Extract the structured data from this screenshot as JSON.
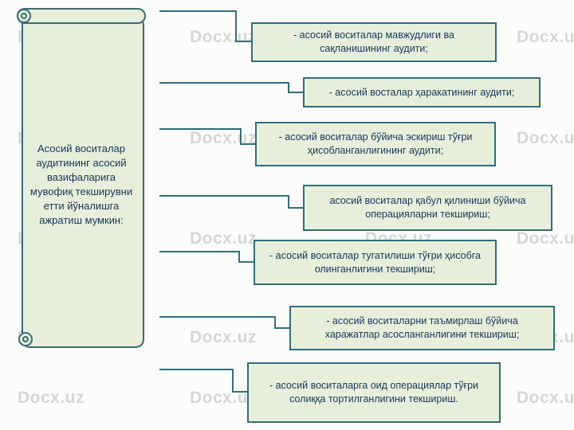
{
  "watermark": {
    "text": "Docx.uz"
  },
  "scroll": {
    "text": "Асосий воситалар аудитининг асосий вазифаларига мувофиқ текширувни етти йўналишга ажратиш мумкин:"
  },
  "boxes": [
    {
      "label": "- асосий воситалар мавжудлиги ва сақланишининг аудити;"
    },
    {
      "label": "- асосий восталар ҳаракатининг аудити;"
    },
    {
      "label": "- асосий воситалар бўйича эскириш тўғри ҳисобланганлигининг аудити;"
    },
    {
      "label": "асосий воситалар қабул қилиниши бўйича операцияларни текшириш;"
    },
    {
      "label": "- асосий воситалар тугатилиши тўғри ҳисобга олинганлигини текшириш;"
    },
    {
      "label": "- асосий воситаларни таъмирлаш бўйича харажатлар асосланганлигини текшириш;"
    },
    {
      "label": "- асосий воситаларга оид операциялар тўғри солиққа тортилганлигини текшириш."
    }
  ],
  "colors": {
    "box_fill": "#e7efda",
    "box_border": "#2f6f7a",
    "text": "#17365d",
    "connector": "#2f6f7a",
    "watermark": "#9a9a9a"
  }
}
